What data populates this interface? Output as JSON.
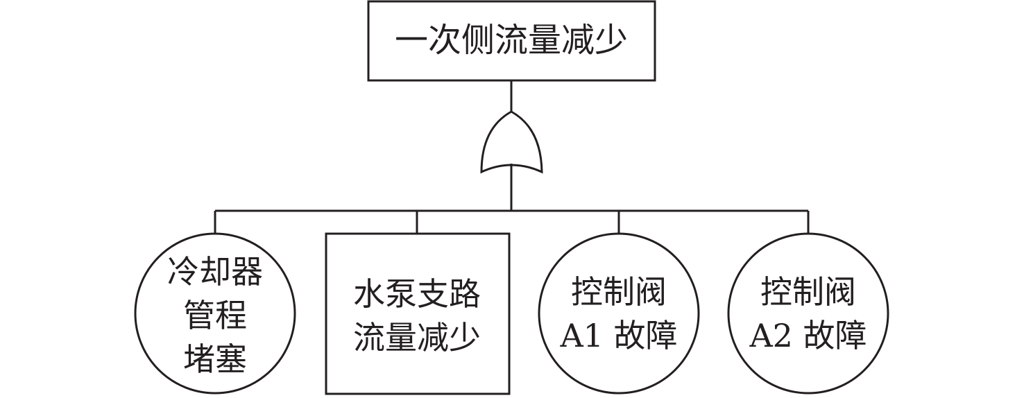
{
  "top_event": {
    "label": "一次侧流量减少"
  },
  "gate": {
    "type": "OR",
    "icon": "or-gate-icon"
  },
  "children": [
    {
      "shape": "circle",
      "lines": [
        "冷却器",
        "管程",
        "堵塞"
      ]
    },
    {
      "shape": "rect",
      "lines": [
        "水泵支路",
        "流量减少"
      ]
    },
    {
      "shape": "circle",
      "lines": [
        "控制阀",
        "A1 故障"
      ]
    },
    {
      "shape": "circle",
      "lines": [
        "控制阀",
        "A2 故障"
      ]
    }
  ],
  "colors": {
    "stroke": "#231f20",
    "background": "#ffffff"
  }
}
